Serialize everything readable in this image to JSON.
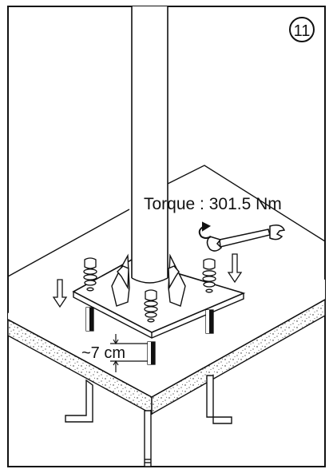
{
  "step": {
    "number": "11"
  },
  "labels": {
    "torque": "Torque : 301.5 Nm",
    "depth": "~7 cm"
  },
  "icons": {
    "rotate": "rotate-arrow-icon",
    "wrench": "wrench-icon",
    "down": "down-arrow-icon"
  },
  "colors": {
    "ink": "#111111",
    "paper": "#ffffff",
    "concrete_dots": "#222222"
  }
}
